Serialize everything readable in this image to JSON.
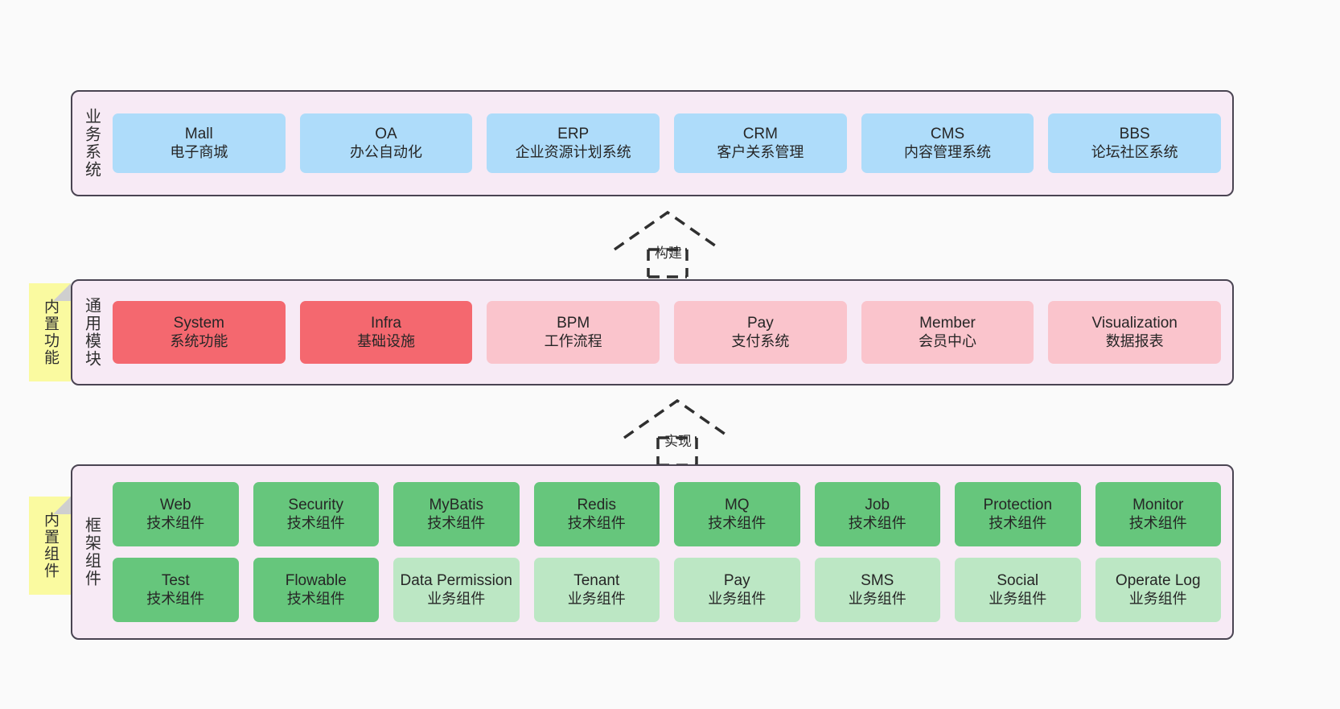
{
  "colors": {
    "canvas": "#FAFAFA",
    "panel_bg": "#F7EAF5",
    "panel_border": "#4A4452",
    "blue": "#AEDCFA",
    "red": "#F4686F",
    "pink": "#FAC4CC",
    "green": "#66C67C",
    "green_light": "#BCE7C4",
    "note_yellow": "#FAFAA0",
    "note_fold": "#CFCFCF",
    "text": "#262626"
  },
  "layers": [
    {
      "id": "business-system",
      "title": "业务系统",
      "rows": [
        {
          "cards": [
            {
              "name": "Mall",
              "sub": "电子商城",
              "style": "blue"
            },
            {
              "name": "OA",
              "sub": "办公自动化",
              "style": "blue"
            },
            {
              "name": "ERP",
              "sub": "企业资源计划系统",
              "style": "blue"
            },
            {
              "name": "CRM",
              "sub": "客户关系管理",
              "style": "blue"
            },
            {
              "name": "CMS",
              "sub": "内容管理系统",
              "style": "blue"
            },
            {
              "name": "BBS",
              "sub": "论坛社区系统",
              "style": "blue"
            }
          ]
        }
      ]
    },
    {
      "id": "common-module",
      "title": "通用模块",
      "note": "内置功能",
      "rows": [
        {
          "cards": [
            {
              "name": "System",
              "sub": "系统功能",
              "style": "red"
            },
            {
              "name": "Infra",
              "sub": "基础设施",
              "style": "red"
            },
            {
              "name": "BPM",
              "sub": "工作流程",
              "style": "pink"
            },
            {
              "name": "Pay",
              "sub": "支付系统",
              "style": "pink"
            },
            {
              "name": "Member",
              "sub": "会员中心",
              "style": "pink"
            },
            {
              "name": "Visualization",
              "sub": "数据报表",
              "style": "pink"
            }
          ]
        }
      ]
    },
    {
      "id": "framework-component",
      "title": "框架组件",
      "note": "内置组件",
      "rows": [
        {
          "cards": [
            {
              "name": "Web",
              "sub": "技术组件",
              "style": "green"
            },
            {
              "name": "Security",
              "sub": "技术组件",
              "style": "green"
            },
            {
              "name": "MyBatis",
              "sub": "技术组件",
              "style": "green"
            },
            {
              "name": "Redis",
              "sub": "技术组件",
              "style": "green"
            },
            {
              "name": "MQ",
              "sub": "技术组件",
              "style": "green"
            },
            {
              "name": "Job",
              "sub": "技术组件",
              "style": "green"
            },
            {
              "name": "Protection",
              "sub": "技术组件",
              "style": "green"
            },
            {
              "name": "Monitor",
              "sub": "技术组件",
              "style": "green"
            }
          ]
        },
        {
          "cards": [
            {
              "name": "Test",
              "sub": "技术组件",
              "style": "green"
            },
            {
              "name": "Flowable",
              "sub": "技术组件",
              "style": "green"
            },
            {
              "name": "Data Permission",
              "sub": "业务组件",
              "style": "green-light"
            },
            {
              "name": "Tenant",
              "sub": "业务组件",
              "style": "green-light"
            },
            {
              "name": "Pay",
              "sub": "业务组件",
              "style": "green-light"
            },
            {
              "name": "SMS",
              "sub": "业务组件",
              "style": "green-light"
            },
            {
              "name": "Social",
              "sub": "业务组件",
              "style": "green-light"
            },
            {
              "name": "Operate Log",
              "sub": "业务组件",
              "style": "green-light"
            }
          ]
        }
      ]
    }
  ],
  "connectors": [
    {
      "id": "build",
      "label": "构建"
    },
    {
      "id": "implement",
      "label": "实现"
    }
  ]
}
